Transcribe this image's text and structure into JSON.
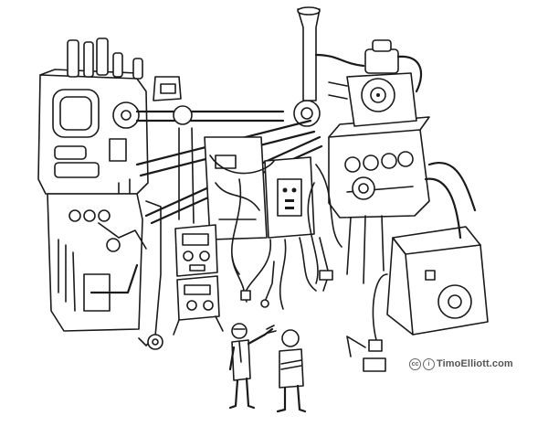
{
  "illustration": {
    "credit": {
      "cc_badge": "cc",
      "by_badge": "i",
      "text": "TimoElliott.com"
    },
    "ink_color": "#1a1a1a",
    "background_color": "#ffffff"
  }
}
